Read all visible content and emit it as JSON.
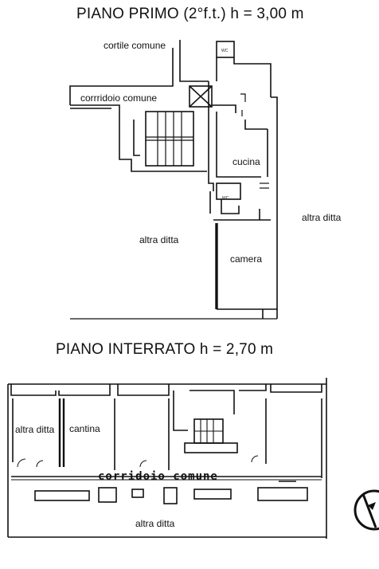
{
  "floor_upper": {
    "title": "PIANO PRIMO (2°f.t.) h = 3,00 m",
    "labels": {
      "courtyard": "cortile comune",
      "corridor": "corrridoio comune",
      "kitchen": "cucina",
      "bedroom": "camera",
      "other_left": "altra ditta",
      "other_right": "altra ditta",
      "wc_top": "WC",
      "wc_mid": "WC"
    }
  },
  "floor_basement": {
    "title": "PIANO INTERRATO h = 2,70 m",
    "labels": {
      "other_left": "altra ditta",
      "cellar": "cantina",
      "corridor": "corridoio   comune",
      "other_bottom": "altra ditta"
    }
  },
  "compass": {
    "icon": "north-arrow-icon"
  }
}
